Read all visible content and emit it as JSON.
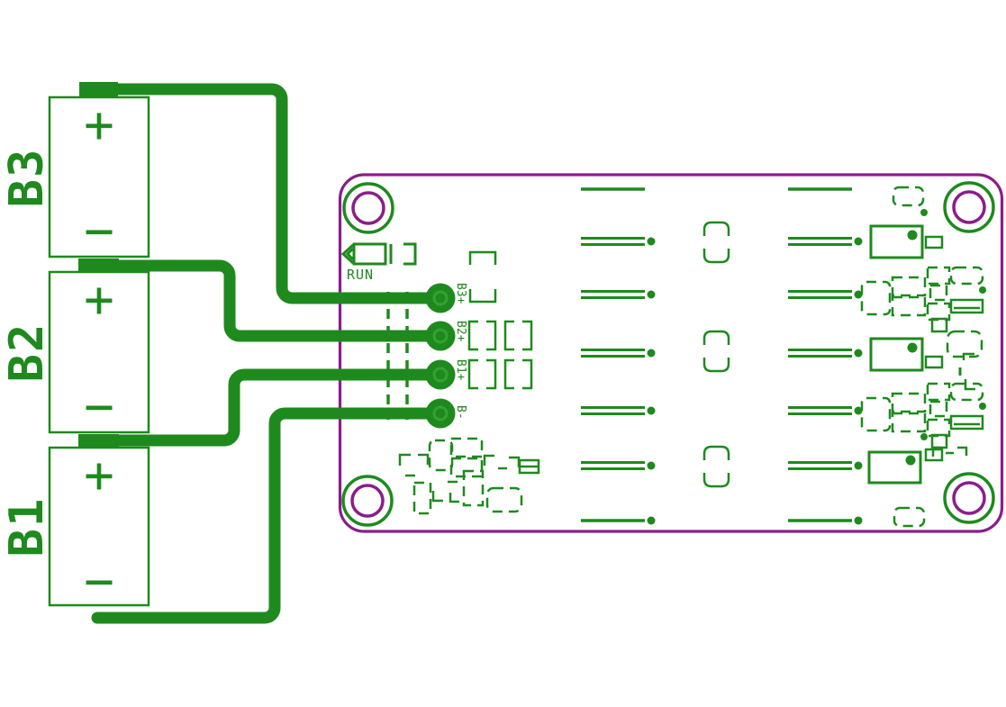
{
  "colors": {
    "green": "#1e8a1e",
    "green_light": "#36a036",
    "purple": "#8b1d8b",
    "background": "#ffffff"
  },
  "batteries": [
    {
      "name": "B3",
      "plus": "+",
      "minus": "−"
    },
    {
      "name": "B2",
      "plus": "+",
      "minus": "−"
    },
    {
      "name": "B1",
      "plus": "+",
      "minus": "−"
    }
  ],
  "board": {
    "run_label": "RUN",
    "pads": [
      {
        "label": "B3+"
      },
      {
        "label": "B2+"
      },
      {
        "label": "B1+"
      },
      {
        "label": "B-"
      }
    ],
    "mounting_holes": 4
  },
  "connections": [
    {
      "from": "B3 +",
      "to": "pad B3+"
    },
    {
      "from": "B2 +",
      "to": "pad B2+"
    },
    {
      "from": "B1 +",
      "to": "pad B1+"
    },
    {
      "from": "B1 −",
      "to": "pad B-"
    }
  ]
}
